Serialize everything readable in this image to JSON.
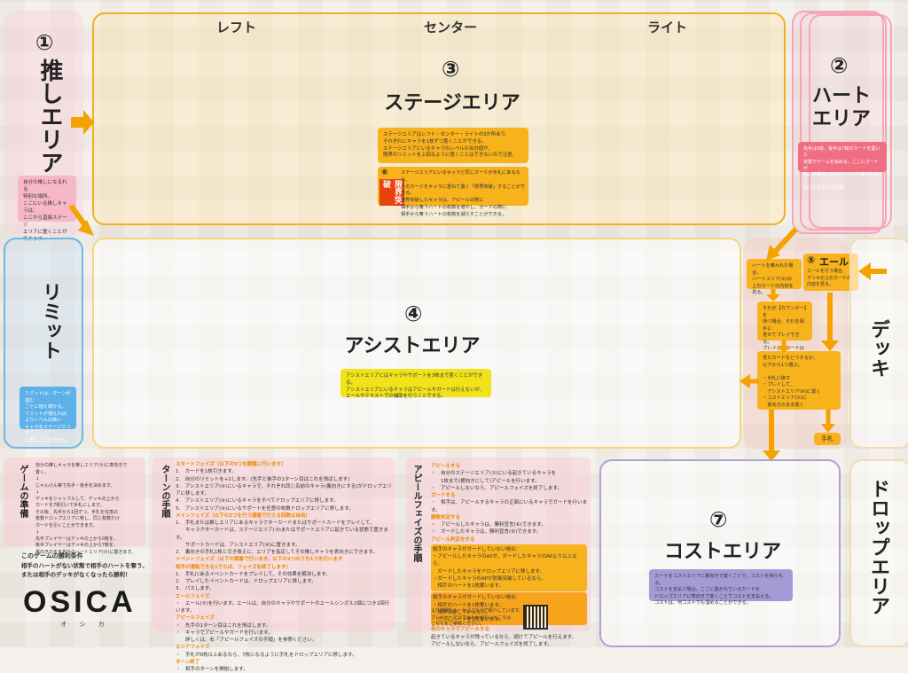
{
  "columns": {
    "left": "レフト",
    "center": "センター",
    "right": "ライト"
  },
  "areas": {
    "oshi": {
      "num": "①",
      "title": "推しエリア",
      "note": "自分の推しになるれる\n特別な場所。\nここにいる推しキャラは、\nここから直接ステージ\nエリアに置くことができます。"
    },
    "heart": {
      "num": "②",
      "title": "ハート\nエリア",
      "note": "先手は0枚、後手は7枚のカードを置いた\n状態でゲームを始める。ここにカードが\nない状態で、さらにハートを奪われると\n負けになるので注意！"
    },
    "stage": {
      "num": "③",
      "title": "ステージエリア",
      "note": "ステージエリアはレフト・センター・ライトの3か所あり、\nそれぞれにキャラを1枚ずつ置くことができる。\nステージエリアにいるキャラのレベルの合計値が、\n限界のリミットを上回るように置くことはできないので注意。",
      "genkai_num": "⑥",
      "genkai_label": "限界突破",
      "genkai_note": "ステージエリアにいるキャラと同じカードが手札にあるなら、\nそのカードをキャラに重ねて置く「限界突破」することができる。\n限界突破したキャラは、アピールの際に\n相手から奪うハートの枚数を増やし、ガードの際に\n相手から奪うハートの枚数を減らすことができる。"
    },
    "assist": {
      "num": "④",
      "title": "アシストエリア",
      "note": "アシストエリアにはキャラやサポートを3枚まで置くことができる。\nアシストエリアにいるキャラはアピールやガードは行えないが、\nエールやテキストでの補助を行うことできる。"
    },
    "yell": {
      "num": "⑤",
      "title": "エール",
      "note": "エールを行う場合、\nデッキの上のカードの\n内容を見る。"
    },
    "cost": {
      "num": "⑦",
      "title": "コストエリア",
      "note": "カードをコストエリアに裏向きで置くことで、コストを得られる。\nコストを支払う場合、ここに置かれているカードを\nドロップエリアに表向きで置くことでコストを支払える。\nコストは、何コストでも溜めることができる。"
    },
    "limit": {
      "title": "リミット",
      "note": "リミットは、ターンが進む\nごとに増え続ける。\nリミットが増えれば、\nよりレベルの高い\nキャラをステージエリア\nに置くことができる。"
    },
    "deck": {
      "title": "デッキ"
    },
    "drop": {
      "title": "ドロップエリア"
    }
  },
  "flow": {
    "heart_steal": "ハートを奪われた場合、\nハートエリア(②)の\n上のカードの内容を\n見る。",
    "counter": "それが【カウンター】を\n持つ場合、それを相手に\n見せてプレイできる。\nプレイしたカードは\nドロップエリアに移す。",
    "choose": "見たカードをどうするか、\n以下から1つ選ぶ。\n\n・手札に移す\n・プレイして、\n　アシストエリア(④)に置く\n・コストエリア(⑦)に\n　裏向きのまま置く",
    "hand": "手札"
  },
  "prep": {
    "title": "ゲームの準備",
    "text": "自分の推しキャラを推しエリア(①)に表向きで\n置く。\n↓\nじゃんけん等で先手・後手を決めます。\n↓\nデッキをシャッフルして、デッキの上から\nカードを7枚引いて手札にします。\nその後、先手から1回ずつ、手札を任意の\n枚数ドロップエリアに移し、同じ枚数だけ\nカードを引くことができます。\n↓\n先手プレイヤーはデッキの上から0枚を、\n後手プレイヤーはデッキの上から7枚を、\n裏向きのまま自分のハートエリア(②)に置きます。"
  },
  "turn": {
    "title": "ターンの手順",
    "start_head": "スタートフェイズ（以下の5つを順番に行います）",
    "start": "1.　カードを1枚引きます。\n2.　自分のリミットを+2します。(先手と後手の1ターン目はこれを飛ばします)\n3.　アシストエリア(④)にいるキャラで、それぞれ同じ名前のキャラ(裏向きにする)がドロップエリアに移します。\n4.　アシストエリア(④)にいるキャラをすべてドロップエリアに移します。\n5.　アシストエリア(④)にいるサポートを任意の枚数ドロップエリアに移します。",
    "main_head": "メインフェイズ（以下の2つを行う順番で行える回数は自由）",
    "main": "1.　手札または推しエリアにあるキャラクターカードまたはサポートカードをプレイして、\n　　キャラクターカードは、ステージエリア(③)またはサポートエリアに起きている状態で置きます。\n　　サポートカードは、アシストエリア(④)に置きます。\n2.　裏向きの手札1枚と引き換えに、エリアを指定してその推しキャラを表向きにできます。",
    "event_head": "イベントフェイズ（以下の順番で行います。以下の3つのうち1つを行います\n相手が運転できる1でらば、フェイズを終了します）",
    "event": "1.　手札にあるイベントカードをプレイして、その効果を解決します。\n2.　プレイしたイベントカードは、ドロップエリアに移します。\n3.　パスします。",
    "yell_head": "エールフェイズ",
    "yell": "・　エール(⑤)を行います。エールは、自分のキャラやサポートのエールシンボル1個につき1回行います。",
    "appeal_head": "アピールフェイズ",
    "appeal": "・　先手の1ターン目はこれを飛ばします。\n・　キャラでアピールやガードを行います。\n　　詳しくは、右「アピールフェイズの手順」を参照ください。",
    "end_head": "エンドフェイズ",
    "end": "・　手札が8枚以上あるなら、7枚になるように手札をドロップエリアに移します。",
    "turn_end_head": "ターン終了",
    "turn_end": "・　相手のターンを開始します。"
  },
  "appeal": {
    "title": "アピールフェイズの手順",
    "s1_head": "アピールする",
    "s1": "・　自分のステージエリア(③)にいる起きているキャラを\n　　1枚まで(横向きにして)アピールを行います。\n・　アピールしないなら、アピールフェイズを終了します。",
    "s2_head": "ガードする",
    "s2": "・　相手は、アピールするキャラの正面にいるキャラでガードを行います。",
    "s3_head": "勝敗判定する",
    "s3": "・　アピールしたキャラは、勝利宣言(⑥)できます。\n・　ガードしたキャラは、勝利宣言(⑥)できます。",
    "s4_head": "アピール判定をする",
    "s4a": "相手のキャラがガードしていない場合：\n・アピールしたキャラのAPが、ガードしたキャラのAPより以上なら、\n　ガードしたキャラをドロップエリアに移します。\n・ガードしたキャラのAPが防衛突破しているなら、\n　相手のハートを1枚奪います。",
    "s4b": "相手のキャラがガードしていない場合：\n・相手のハートを1枚奪います。\n・限界突破しているなら、\n　さらにハートを1枚奪います。",
    "s5_head": "他のキャラでアピールする",
    "s5": "起きているキャラが残っているなら、続けてアピールを行えます。\nアピールしないなら、アピールフェイズを終了します。",
    "rules_note": "より詳細なルールはこちらで紹介しています。\nプレイヤーだけではわからないところは\nこちらをご参照ください。"
  },
  "win": {
    "title": "このゲームの勝利条件",
    "text": "相手のハートがない状態で相手のハートを奪う、\nまたは相手のデッキがなくなったら勝利！"
  },
  "logo": {
    "text": "OSICA",
    "kana": "オ シ カ"
  }
}
